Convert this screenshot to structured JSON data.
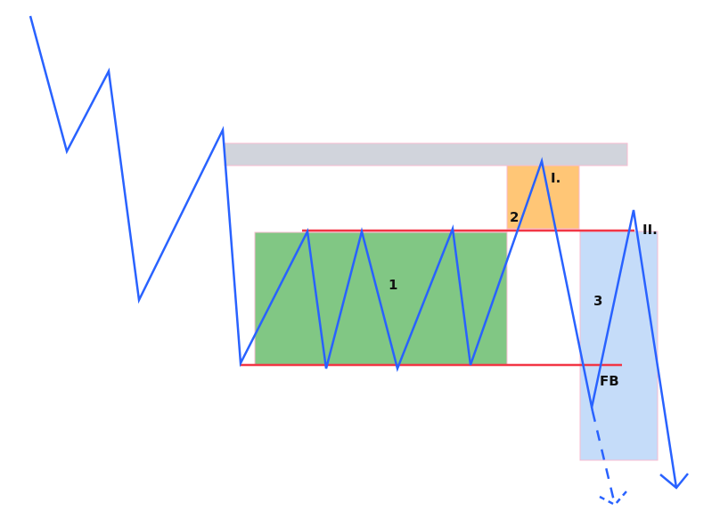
{
  "labels": {
    "zone_1": "1",
    "zone_2": "2",
    "zone_3": "3",
    "peak_1": "I.",
    "peak_2": "II.",
    "false_break": "FB"
  },
  "colors": {
    "price_line": "#2962ff",
    "level_line": "#f23645",
    "supply_zone": "#d1d4dc",
    "zone_1": "#81c784",
    "zone_2": "#ffc676",
    "zone_3": "#c5dcf9",
    "zone_border": "#f8bbd0"
  }
}
